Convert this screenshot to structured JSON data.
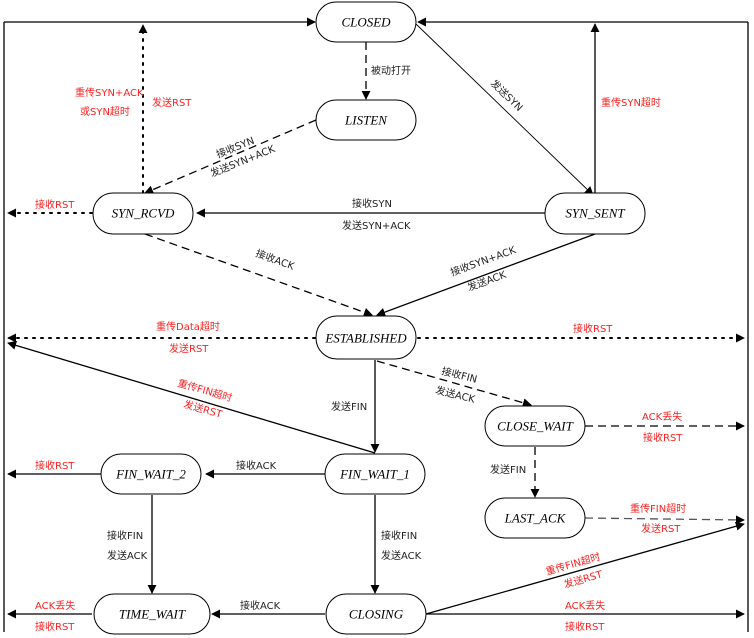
{
  "title": "TCP state transition diagram",
  "colors": {
    "normal": "#000000",
    "error": "#ff2020"
  },
  "states": {
    "closed": "CLOSED",
    "listen": "LISTEN",
    "syn_rcvd": "SYN_RCVD",
    "syn_sent": "SYN_SENT",
    "established": "ESTABLISHED",
    "close_wait": "CLOSE_WAIT",
    "last_ack": "LAST_ACK",
    "fin_wait_1": "FIN_WAIT_1",
    "fin_wait_2": "FIN_WAIT_2",
    "closing": "CLOSING",
    "time_wait": "TIME_WAIT"
  },
  "transitions": {
    "closed_to_listen": "被动打开",
    "closed_to_syn_sent": "发送SYN",
    "syn_sent_retry": "重传SYN超时",
    "listen_to_syn_rcvd_1": "接收SYN",
    "listen_to_syn_rcvd_2": "发送SYN+ACK",
    "syn_rcvd_timeout_1": "重传SYN+ACK",
    "syn_rcvd_timeout_2": "或SYN超时",
    "syn_rcvd_send_rst": "发送RST",
    "syn_rcvd_recv_rst": "接收RST",
    "syn_sent_to_syn_rcvd_1": "接收SYN",
    "syn_sent_to_syn_rcvd_2": "发送SYN+ACK",
    "syn_rcvd_to_established": "接收ACK",
    "syn_sent_to_established_1": "接收SYN+ACK",
    "syn_sent_to_established_2": "发送ACK",
    "established_data_timeout_1": "重传Data超时",
    "established_data_timeout_2": "发送RST",
    "established_recv_rst": "接收RST",
    "fin_wait_1_timeout_1": "重传FIN超时",
    "fin_wait_1_timeout_2": "发送RST",
    "established_to_fin_wait_1": "发送FIN",
    "established_to_close_wait_1": "接收FIN",
    "established_to_close_wait_2": "发送ACK",
    "close_wait_err_1": "ACK丢失",
    "close_wait_err_2": "接收RST",
    "close_wait_to_last_ack": "发送FIN",
    "last_ack_timeout_1": "重传FIN超时",
    "last_ack_timeout_2": "发送RST",
    "fin_wait_2_recv_rst": "接收RST",
    "fin_wait_1_to_fin_wait_2": "接收ACK",
    "fin_wait_2_to_time_wait_1": "接收FIN",
    "fin_wait_2_to_time_wait_2": "发送ACK",
    "fin_wait_1_to_closing_1": "接收FIN",
    "fin_wait_1_to_closing_2": "发送ACK",
    "closing_timeout_1": "重传FIN超时",
    "closing_timeout_2": "发送RST",
    "closing_err_1": "ACK丢失",
    "closing_err_2": "接收RST",
    "closing_to_time_wait": "接收ACK",
    "time_wait_err_1": "ACK丢失",
    "time_wait_err_2": "接收RST"
  }
}
